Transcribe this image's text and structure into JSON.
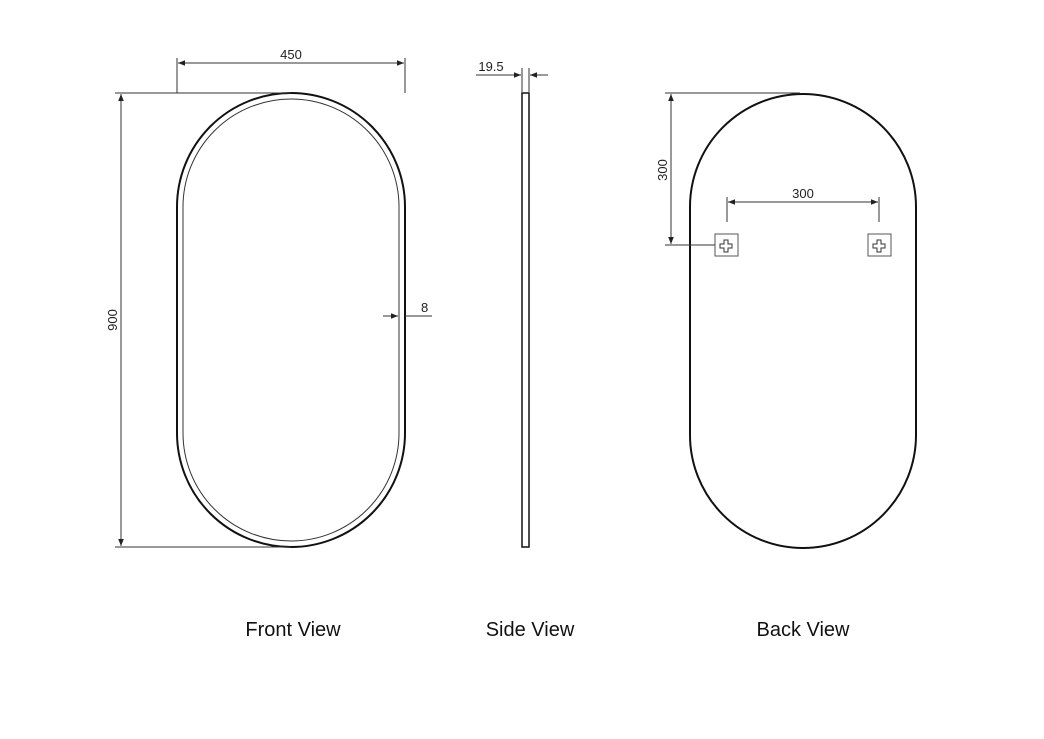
{
  "dimensions": {
    "width": "450",
    "height": "900",
    "frame": "8",
    "depth": "19.5",
    "bracket_drop": "300",
    "bracket_spacing": "300"
  },
  "captions": {
    "front": "Front View",
    "side": "Side View",
    "back": "Back View"
  },
  "colors": {
    "line": "#111111",
    "background": "#ffffff"
  }
}
